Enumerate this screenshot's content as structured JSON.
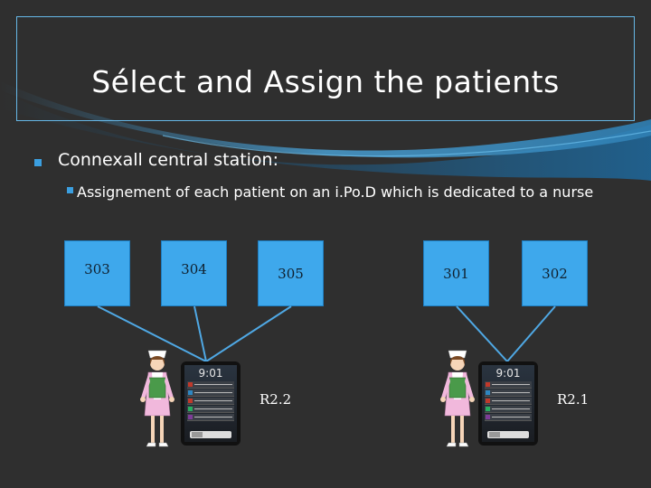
{
  "slide": {
    "title": "Sélect and Assign the patients",
    "bullet_1": "Connexall central station:",
    "bullet_2": "Assignement of each patient on an i.Po.D which is dedicated to a nurse"
  },
  "rooms": [
    {
      "id": "room-303",
      "label": "303"
    },
    {
      "id": "room-304",
      "label": "304"
    },
    {
      "id": "room-305",
      "label": "305"
    },
    {
      "id": "room-301",
      "label": "301"
    },
    {
      "id": "room-302",
      "label": "302"
    }
  ],
  "groups": [
    {
      "name": "left",
      "ward": "R2.2",
      "phone_time": "9:01"
    },
    {
      "name": "right",
      "ward": "R2.1",
      "phone_time": "9:01"
    }
  ],
  "colors": {
    "background": "#2f2f2f",
    "accent_blue": "#3ea8ec",
    "title_border": "#66b8e8",
    "connector": "#4fa8e4"
  }
}
